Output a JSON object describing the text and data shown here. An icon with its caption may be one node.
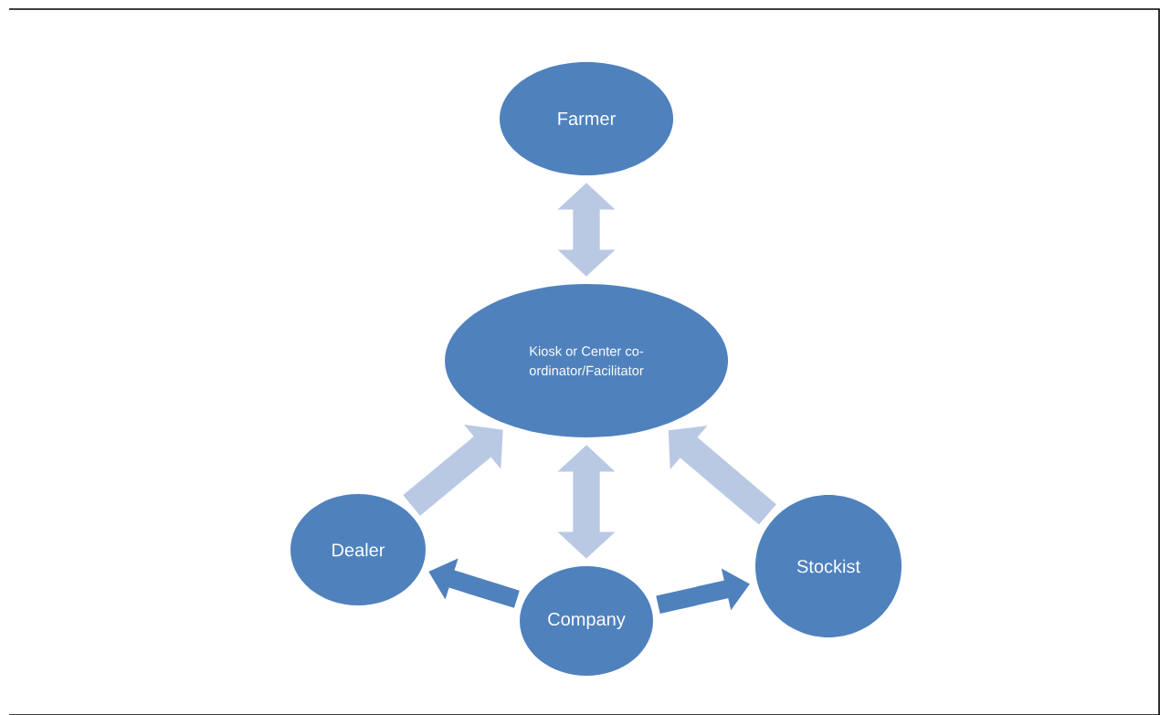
{
  "diagram": {
    "nodes": [
      {
        "text": [
          "Farmer"
        ]
      },
      {
        "text": [
          "Kiosk or Center co-ordinator/Facilitator"
        ]
      },
      {
        "text": [
          "Dealer"
        ]
      },
      {
        "text": [
          "Company"
        ]
      },
      {
        "text": [
          "Stockist"
        ]
      }
    ],
    "edges": [
      {
        "from": 0,
        "to": 1,
        "arrow": "both"
      },
      {
        "from": 2,
        "to": 1,
        "arrow": "to"
      },
      {
        "from": 3,
        "to": 1,
        "arrow": "both"
      },
      {
        "from": 4,
        "to": 1,
        "arrow": "to"
      },
      {
        "from": 3,
        "to": 2,
        "arrow": "to",
        "color": "#4f81bd"
      },
      {
        "from": 3,
        "to": 4,
        "arrow": "to",
        "color": "#4f81bd"
      }
    ]
  }
}
